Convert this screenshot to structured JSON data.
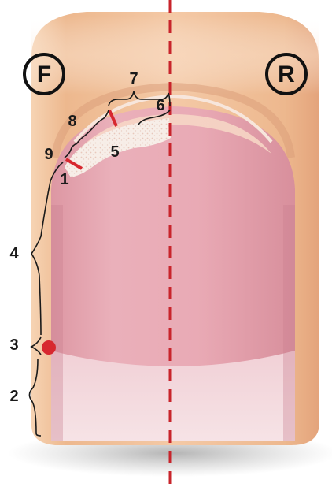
{
  "diagram": {
    "side_labels": {
      "left": "F",
      "right": "R"
    },
    "numbers": {
      "n1": "1",
      "n2": "2",
      "n3": "3",
      "n4": "4",
      "n5": "5",
      "n6": "6",
      "n7": "7",
      "n8": "8",
      "n9": "9"
    },
    "colors": {
      "skin": "#F2C29C",
      "skin_shadow": "#E0A77F",
      "nail_plate": "#E8A9B4",
      "lunula": "#F3DADF",
      "free_edge": "#F6E2DA",
      "marker_red": "#D7282F",
      "midline": "#C8242B"
    }
  }
}
